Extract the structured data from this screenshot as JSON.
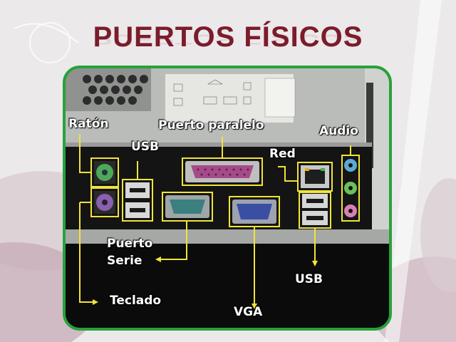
{
  "slide": {
    "title": "PUERTOS FÍSICOS"
  },
  "labels": {
    "raton": "Ratón",
    "usb_top": "USB",
    "puerto_paralelo": "Puerto paralelo",
    "audio": "Audio",
    "red": "Red",
    "puerto_serie_line1": "Puerto",
    "puerto_serie_line2": "Serie",
    "usb_bottom": "USB",
    "teclado": "Teclado",
    "vga": "VGA"
  },
  "colors": {
    "title": "#7b1c2a",
    "frame": "#27a23a",
    "callout": "#f0e43a",
    "label": "#ffffff"
  },
  "icons": {
    "ps2_mouse": "ps2-green-port",
    "ps2_keyboard": "ps2-purple-port",
    "audio_jacks": [
      "audio-blue-jack",
      "audio-green-jack",
      "audio-pink-jack"
    ]
  }
}
